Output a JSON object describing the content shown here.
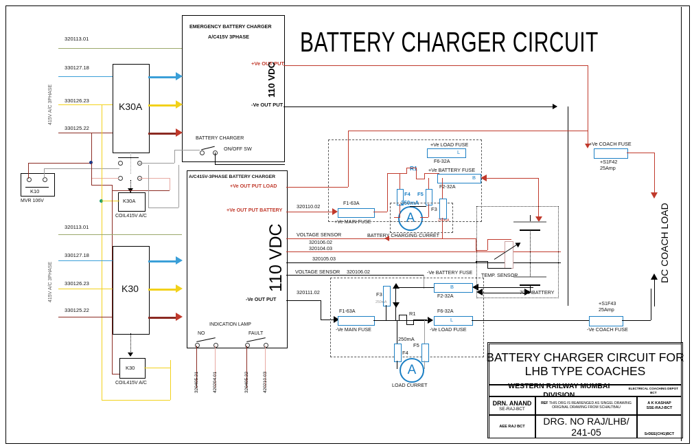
{
  "drawing": {
    "main_title": "BATTERY CHARGER CIRCUIT",
    "dc_load_label": "DC  COACH LOAD"
  },
  "emergency_charger": {
    "title_line1": "EMERGENCY BATTERY CHARGER",
    "title_line2": "A/C415V 3PHASE",
    "pos_output": "+Ve OUT PUT",
    "neg_output": "-Ve OUT PUT",
    "voltage": "110 VDC",
    "switch_line1": "BATTERY CHARGER",
    "switch_line2": "ON/OFF SW"
  },
  "main_charger": {
    "title": "A/C415V-3PHASE BATTERY CHARGER",
    "pos_output_load": "+Ve OUT PUT LOAD",
    "pos_output_battery": "+Ve OUT PUT BATTERY",
    "neg_output": "-Ve OUT PUT",
    "voltage": "110 VDC",
    "indication_lamp": "INDICATION LAMP",
    "lamp_no": "NO",
    "lamp_fault": "FAULT"
  },
  "contactors": {
    "k30a": "K30A",
    "k30": "K30",
    "k10": "K10",
    "k10_sub": "MVR 106V",
    "coil_k30a": "COIL415V A/C",
    "coil_k30": "COIL415V A/C",
    "phase_label": "415V A/C 3PHASE"
  },
  "cables": {
    "upper": [
      "320113.01",
      "330127.18",
      "330126.23",
      "330125.22"
    ],
    "lower": [
      "320113.01",
      "330127.18",
      "330126.23",
      "330125.22"
    ],
    "vertical": [
      "320405.21",
      "420204.01",
      "320405.22",
      "420210.03"
    ],
    "main_pos": "320110.02",
    "main_neg": "320111.02",
    "sensor_a": "320106.02",
    "sensor_b": "320104.03",
    "sensor_c": "320105.03",
    "sensor_d": "320106.02"
  },
  "fuses": {
    "pos_main": {
      "label": "+Ve MAIN FUSE",
      "rating": "F1-63A"
    },
    "neg_main": {
      "label": "-Ve MAIN FUSE",
      "rating": "F1-63A"
    },
    "pos_load": {
      "label": "+Ve LOAD FUSE",
      "rating": "F6-32A",
      "tag": "L"
    },
    "pos_battery": {
      "label": "+Ve BATTERY FUSE",
      "rating": "F2-32A",
      "tag": "B"
    },
    "neg_battery": {
      "label": "-Ve BATTERY FUSE",
      "rating": "F2-32A",
      "tag": "B"
    },
    "neg_load": {
      "label": "-Ve LOAD FUSE",
      "rating": "F6-32A",
      "tag": "L"
    },
    "pos_coach": {
      "label": "+Ve COACH FUSE",
      "code": "+S1F42",
      "rating": "25Amp"
    },
    "neg_coach": {
      "label": "-Ve COACH FUSE",
      "code": "+S1F43",
      "rating": "25Amp"
    }
  },
  "components": {
    "r1": "R1",
    "f3": "F3",
    "f4": "F4",
    "f5": "F5",
    "ma_250": "250mA",
    "ma_small": "250mA",
    "battery_current": "BATTERY CHARGING CURRET",
    "load_current": "LOAD CURRET",
    "ammeter": "A",
    "voltage_sensor": "VOLTAGE SENSOR",
    "temp_sensor": "TEMP. SENSOR",
    "battery": "70AHBATTERY"
  },
  "title_block": {
    "line1": "BATTERY CHARGER CIRCUIT FOR",
    "line2": "LHB TYPE COACHES",
    "division": "WESTERN RAILWAY MUMBAI DIVISION",
    "depot": "ELECTRICAL COACHING DEPOT BCT",
    "drawn_by": "DRN. ANAND",
    "drawn_role": "SE-RAJ-BCT",
    "ref_tag": "REF",
    "ref_line1": "THIS DRG IS REARENGED AS SINGEL DRAWING",
    "ref_line2": "ORIGINAL DRAWING FROM SCHALTBAU",
    "approver": "A K KASHAP",
    "approver_role": "SSE-RAJ-BCT",
    "aee": "AEE RAJ BCT",
    "drg_no": "DRG. NO RAJ/LHB/ 241-05",
    "sr_dee": "SrDEE(CHG)BCT"
  }
}
